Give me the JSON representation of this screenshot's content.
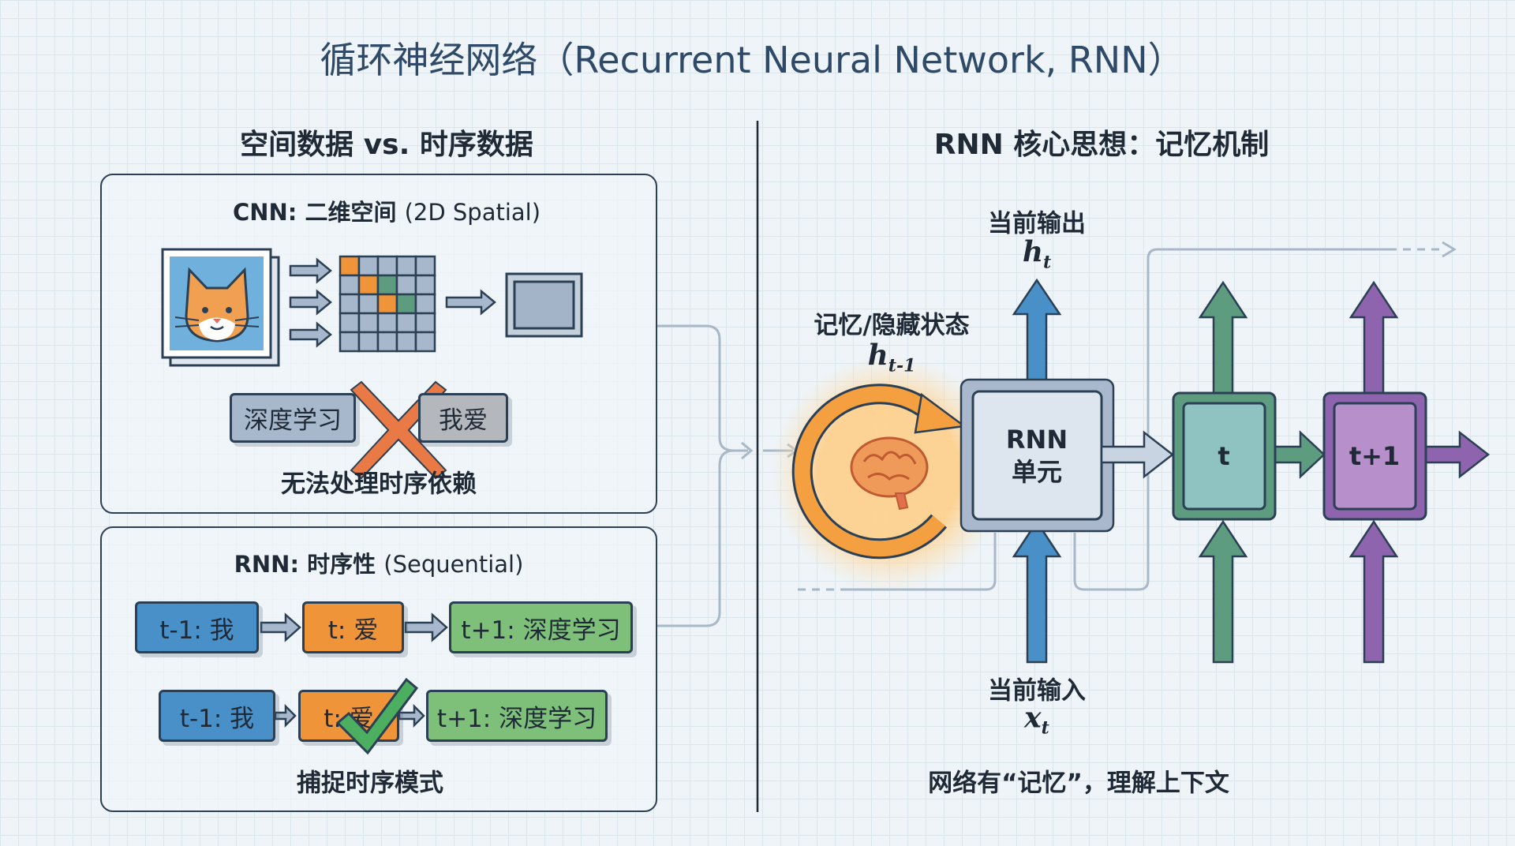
{
  "title": "循环神经网络（Recurrent Neural Network, RNN）",
  "left": {
    "heading": "空间数据 vs. 时序数据",
    "cnn": {
      "title_bold": "CNN: 二维空间",
      "title_normal": "(2D Spatial)",
      "token_a": "深度学习",
      "token_b": "我爱",
      "caption": "无法处理时序依赖"
    },
    "rnn": {
      "title_bold": "RNN: 时序性",
      "title_normal": "(Sequential)",
      "row1": [
        "t-1: 我",
        "t: 爱",
        "t+1: 深度学习"
      ],
      "row2": [
        "t-1: 我",
        "t: 爱",
        "t+1: 深度学习"
      ],
      "caption": "捕捉时序模式"
    }
  },
  "right": {
    "heading": "RNN 核心思想：记忆机制",
    "output_label": "当前输出",
    "output_var": "h",
    "output_sub": "t",
    "memory_label": "记忆/隐藏状态",
    "memory_var": "h",
    "memory_sub": "t-1",
    "cell_line1": "RNN",
    "cell_line2": "单元",
    "input_label": "当前输入",
    "input_var": "x",
    "input_sub": "t",
    "step_t": "t",
    "step_t1": "t+1",
    "caption": "网络有“记忆”，理解上下文"
  },
  "colors": {
    "blue": "#4a90c8",
    "green": "#5e9c80",
    "purple": "#8d64ad",
    "orange": "#f0943a",
    "navy": "#2b3f55"
  },
  "icons": [
    "cat-image-icon",
    "feature-grid-icon",
    "brain-icon",
    "cross-icon",
    "check-icon"
  ]
}
